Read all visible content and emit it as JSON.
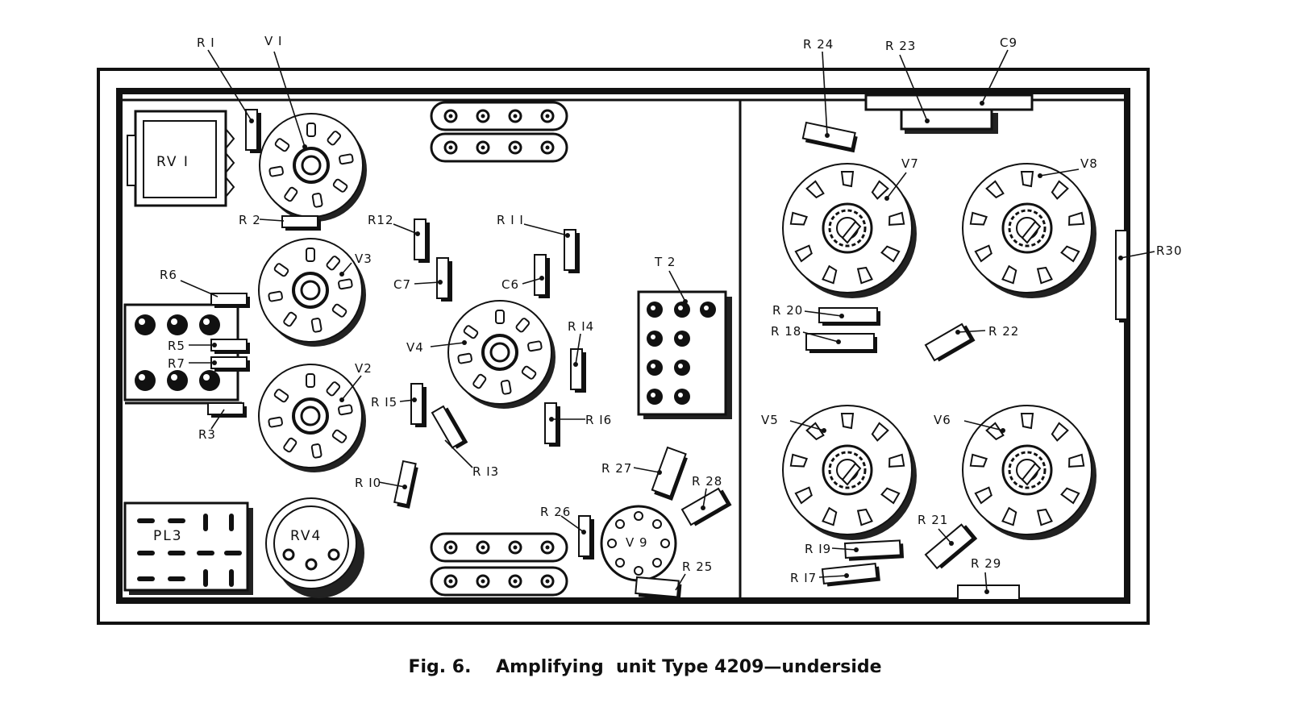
{
  "caption": {
    "fig": "Fig. 6.",
    "title": "Amplifying  unit Type 4209—underside"
  },
  "labels": {
    "R1": "R I",
    "V1": "V I",
    "RV1": "RV I",
    "R2": "R 2",
    "V3": "V3",
    "R6": "R6",
    "R5": "R5",
    "R7": "R7",
    "V2": "V2",
    "R3": "R3",
    "PL3": "PL3",
    "RV4": "RV4",
    "R12": "R12",
    "C7": "C7",
    "R11": "R I I",
    "C6": "C6",
    "V4": "V4",
    "R14": "R I4",
    "R15": "R I5",
    "R16": "R I6",
    "R13": "R I3",
    "R10": "R I0",
    "T2": "T 2",
    "R27": "R 27",
    "R28": "R 28",
    "R26": "R 26",
    "V9": "V 9",
    "R25": "R 25",
    "R24": "R 24",
    "R23": "R 23",
    "C9": "C9",
    "V7": "V7",
    "V8": "V8",
    "R30": "R30",
    "R20": "R 20",
    "R18": "R 18",
    "R22": "R 22",
    "V5": "V5",
    "V6": "V6",
    "R21": "R 21",
    "R19": "R I9",
    "R17": "R I7",
    "R29": "R 29"
  }
}
